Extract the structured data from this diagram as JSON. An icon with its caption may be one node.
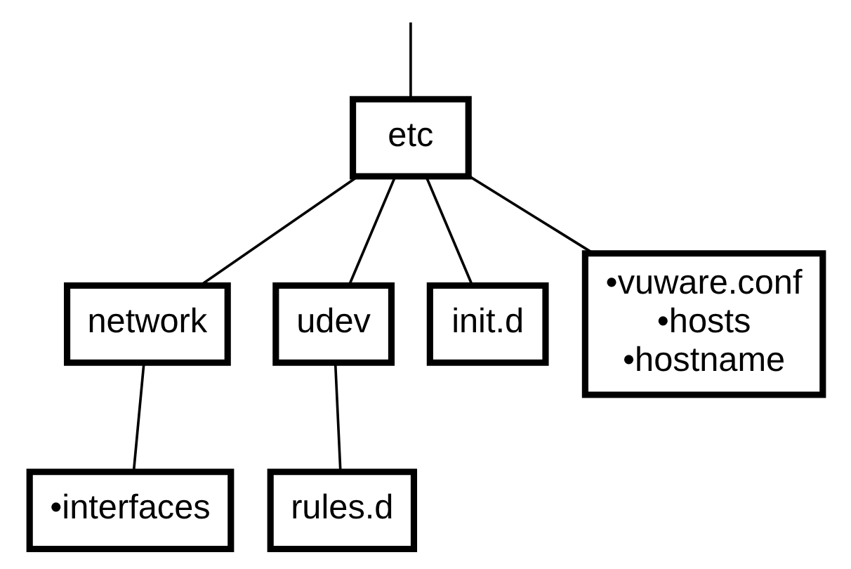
{
  "diagram": {
    "nodes": [
      {
        "text": [
          "etc"
        ]
      },
      {
        "text": [
          "network"
        ]
      },
      {
        "text": [
          "udev"
        ]
      },
      {
        "text": [
          "init.d"
        ]
      },
      {
        "text": [
          "•vuware.conf",
          "•hosts",
          "•hostname"
        ]
      },
      {
        "text": [
          "•interfaces"
        ]
      },
      {
        "text": [
          "rules.d"
        ]
      }
    ],
    "edges": [
      {
        "from": 0,
        "to": null,
        "arrow": "none"
      },
      {
        "from": 0,
        "to": 1,
        "arrow": "none"
      },
      {
        "from": 0,
        "to": 2,
        "arrow": "none"
      },
      {
        "from": 0,
        "to": 3,
        "arrow": "none"
      },
      {
        "from": 0,
        "to": 4,
        "arrow": "none"
      },
      {
        "from": 1,
        "to": 5,
        "arrow": "none"
      },
      {
        "from": 2,
        "to": 6,
        "arrow": "none"
      }
    ]
  }
}
